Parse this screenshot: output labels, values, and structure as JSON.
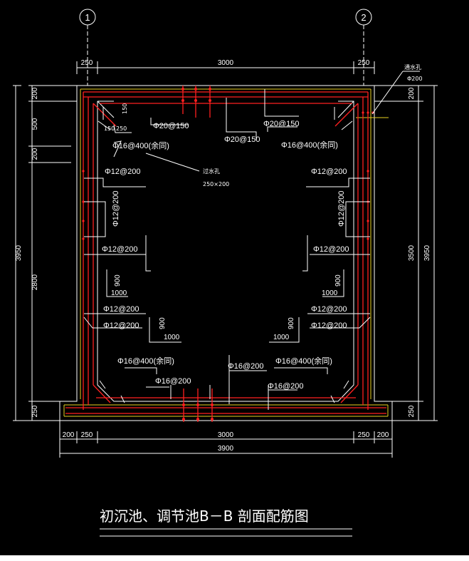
{
  "axes": {
    "axis_1": "1",
    "axis_2": "2"
  },
  "dims_top": {
    "left": "250",
    "mid": "3000",
    "right": "250"
  },
  "dims_bottom": {
    "a": "200",
    "b": "250",
    "mid": "3000",
    "c": "250",
    "d": "200",
    "total": "3900"
  },
  "dims_left": {
    "a": "200",
    "b": "500",
    "c": "200",
    "d": "2800",
    "e": "250",
    "total": "3950"
  },
  "dims_right": {
    "a": "200",
    "inner": "3500",
    "total": "3950",
    "e": "250"
  },
  "haunch": {
    "h150": "150",
    "w250": "250",
    "v150": "150"
  },
  "labels": {
    "top_left_bar": "Φ20@150",
    "top_center_bar": "Φ20@150",
    "top_right_bar": "Φ20@150",
    "haunch_tl": "Φ16@400(余同)",
    "haunch_tr": "Φ16@400(余同)",
    "hole_label": "过水孔",
    "hole_size": "250×200",
    "vent_label": "通水孔",
    "vent_size": "Φ200",
    "wall_l1": "Φ12@200",
    "wall_r1": "Φ12@200",
    "wall_l_vert": "Φ12@200",
    "wall_r_vert": "Φ12@200",
    "wall_l2": "Φ12@200",
    "wall_r2": "Φ12@200",
    "wall_l3": "Φ12@200",
    "wall_l4": "Φ12@200",
    "wall_r3": "Φ12@200",
    "wall_r4": "Φ12@200",
    "dim_900_l": "900",
    "dim_1000_l": "1000",
    "dim_900_r": "900",
    "dim_1000_r": "1000",
    "dim_900_bl": "900",
    "dim_1000_bl": "1000",
    "dim_900_br": "900",
    "dim_1000_br": "1000",
    "bottom_center_bar": "Φ16@200",
    "bottom_left_bar": "Φ16@200",
    "bottom_right_bar": "Φ16@200",
    "haunch_bl": "Φ16@400(余同)",
    "haunch_br": "Φ16@400(余同)"
  },
  "title": "初沉池、调节池B－B 剖面配筋图",
  "colors": {
    "background": "#000000",
    "line": "#ffffff",
    "rebar": "#ff2020",
    "accent": "#e8d020"
  }
}
